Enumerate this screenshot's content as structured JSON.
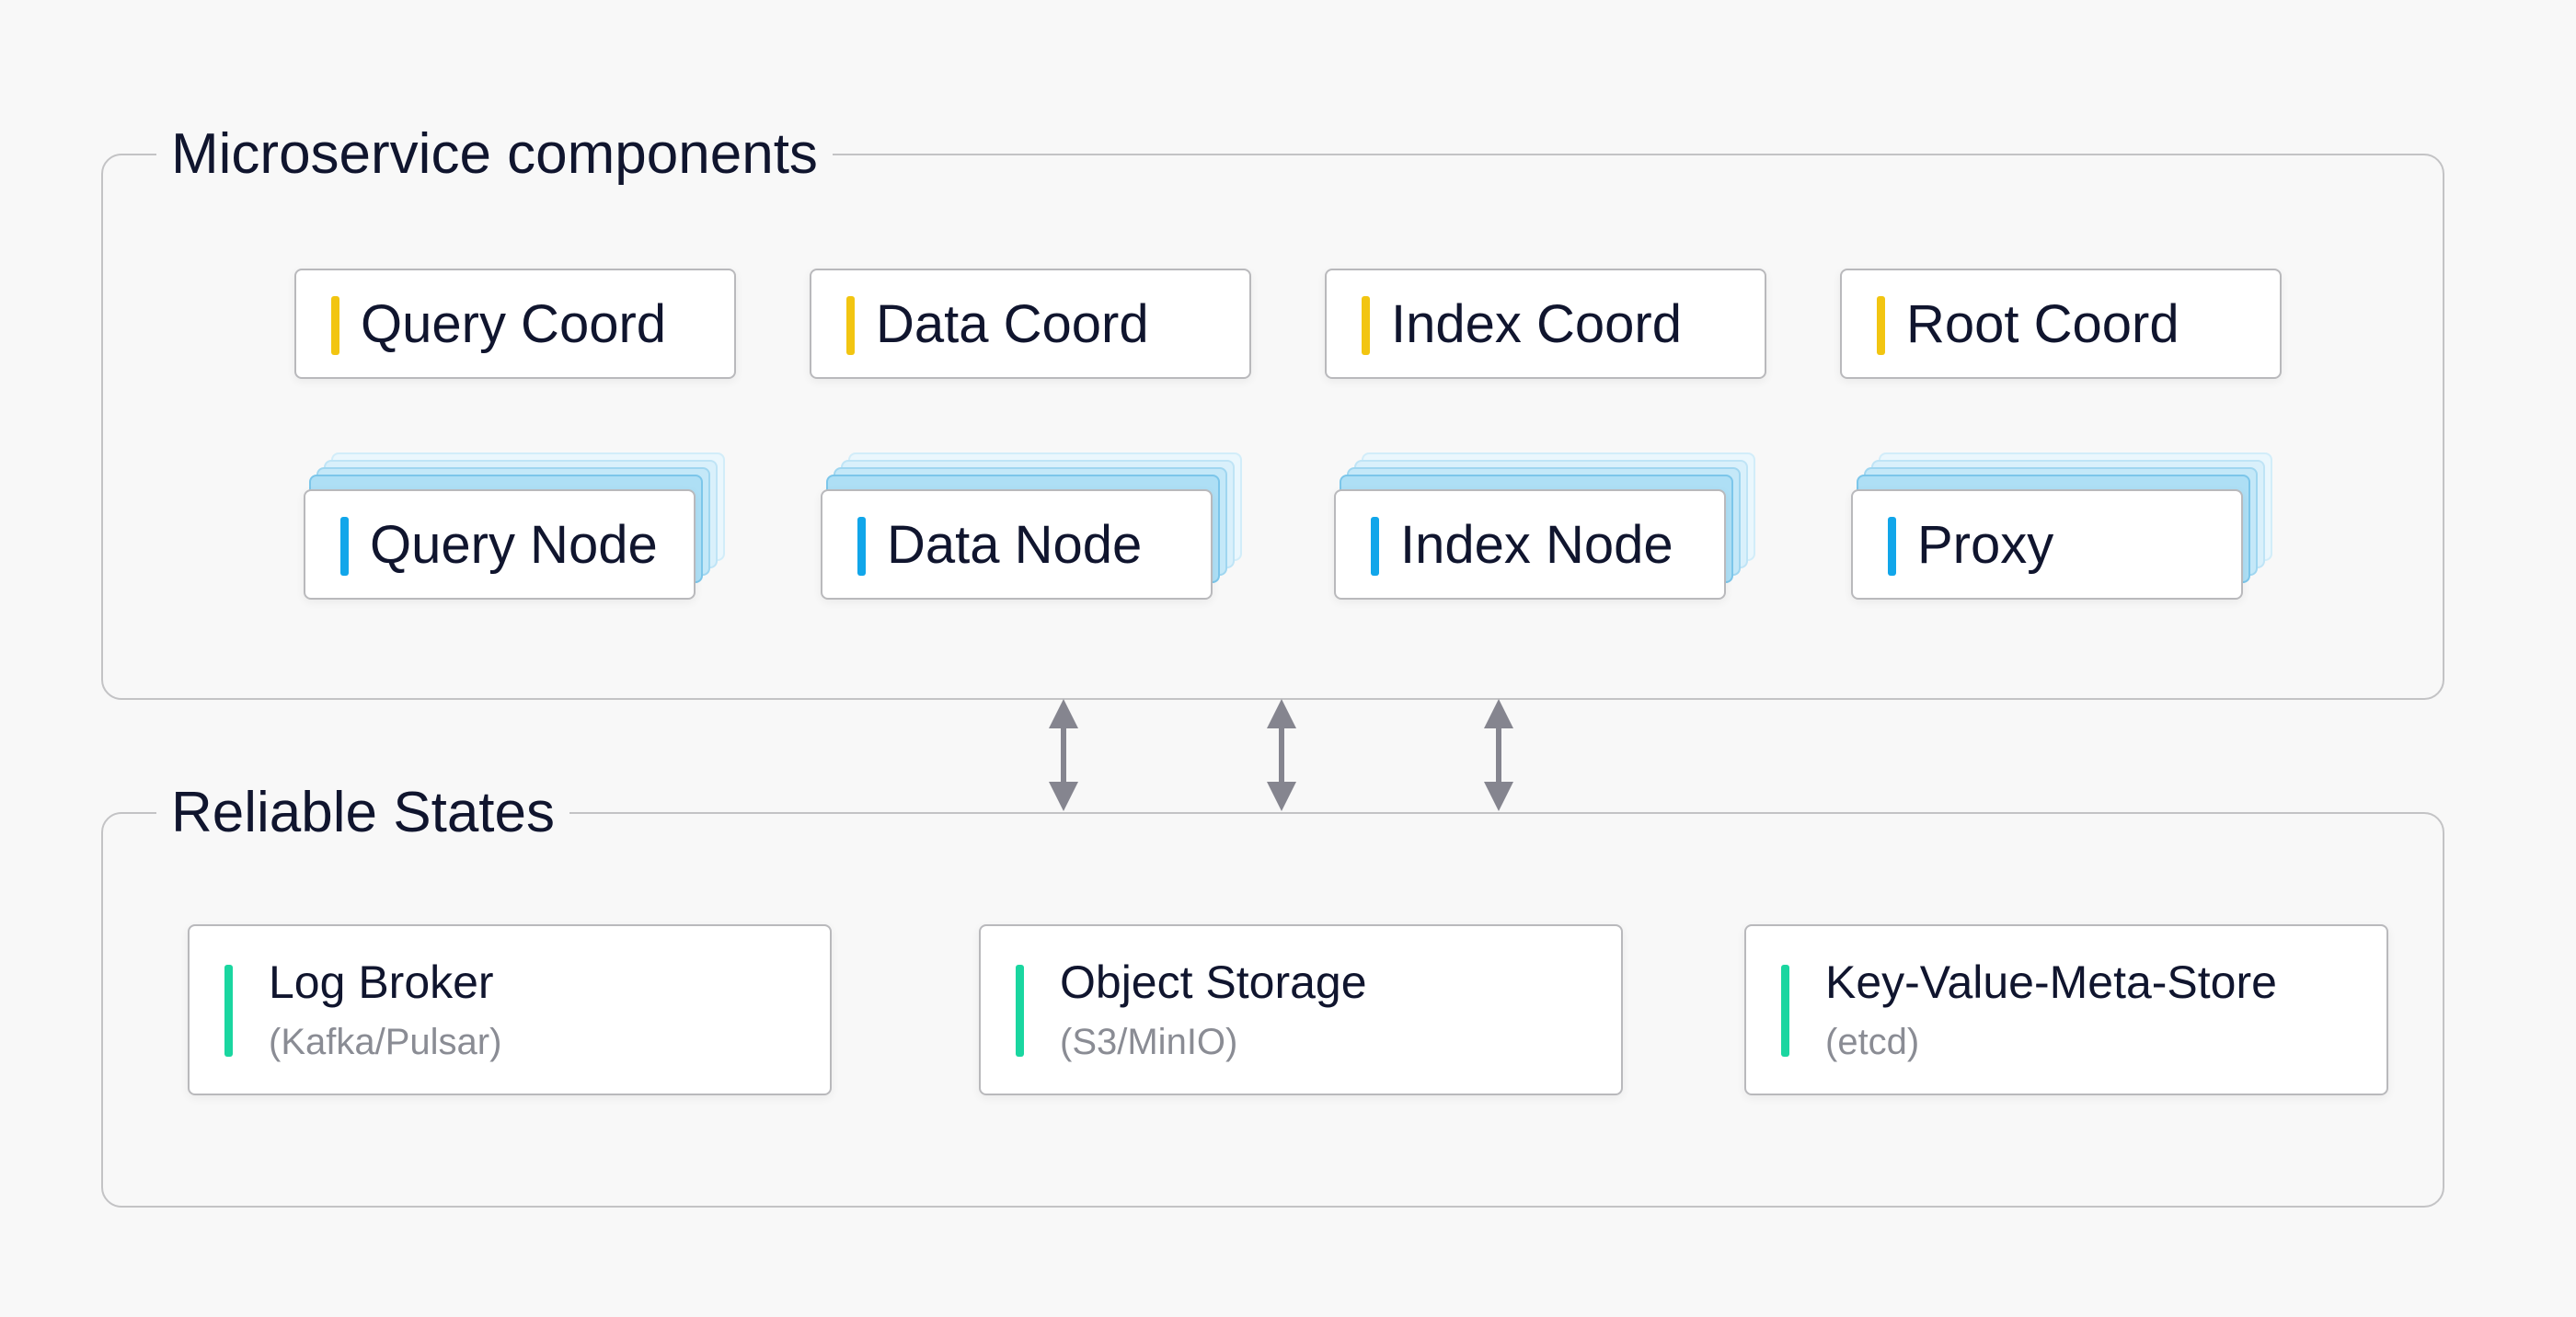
{
  "microservice": {
    "title": "Microservice components",
    "coords": [
      {
        "label": "Query Coord"
      },
      {
        "label": "Data Coord"
      },
      {
        "label": "Index Coord"
      },
      {
        "label": "Root Coord"
      }
    ],
    "nodes": [
      {
        "label": "Query Node"
      },
      {
        "label": "Data Node"
      },
      {
        "label": "Index Node"
      },
      {
        "label": "Proxy"
      }
    ]
  },
  "states": {
    "title": "Reliable States",
    "items": [
      {
        "label": "Log Broker",
        "sub": "(Kafka/Pulsar)"
      },
      {
        "label": "Object Storage",
        "sub": "(S3/MinIO)"
      },
      {
        "label": "Key-Value-Meta-Store",
        "sub": "(etcd)"
      }
    ]
  },
  "colors": {
    "coord_accent": "#f2c511",
    "node_accent": "#11a6ea",
    "state_accent": "#1ad6a0",
    "arrow": "#85858f"
  }
}
